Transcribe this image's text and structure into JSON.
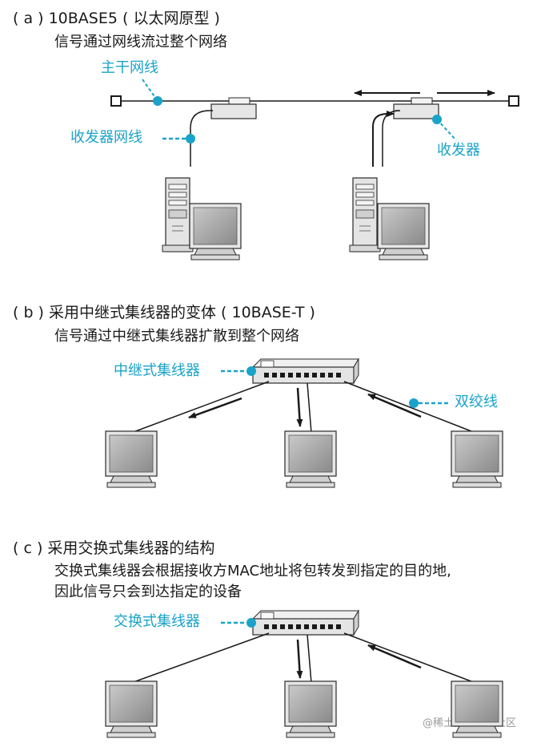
{
  "section_a": {
    "heading": "( a ) 10BASE5 ( 以太网原型 )",
    "description": "信号通过网线流过整个网络",
    "label_trunk": "主干网线",
    "label_transceiver_cable": "收发器网线",
    "label_transceiver": "收发器"
  },
  "section_b": {
    "heading": "( b ) 采用中继式集线器的变体 ( 10BASE-T )",
    "description": "信号通过中继式集线器扩散到整个网络",
    "label_hub": "中继式集线器",
    "label_twisted_pair": "双绞线"
  },
  "section_c": {
    "heading": "( c ) 采用交换式集线器的结构",
    "description_line1": "交换式集线器会根据接收方MAC地址将包转发到指定的目的地,",
    "description_line2": "因此信号只会到达指定的设备",
    "label_switch": "交换式集线器"
  },
  "watermark": "@稀土掘金技术社区",
  "colors": {
    "accent": "#1aa3c8",
    "line": "#1a1a1a",
    "device": "#9a9a9a"
  }
}
